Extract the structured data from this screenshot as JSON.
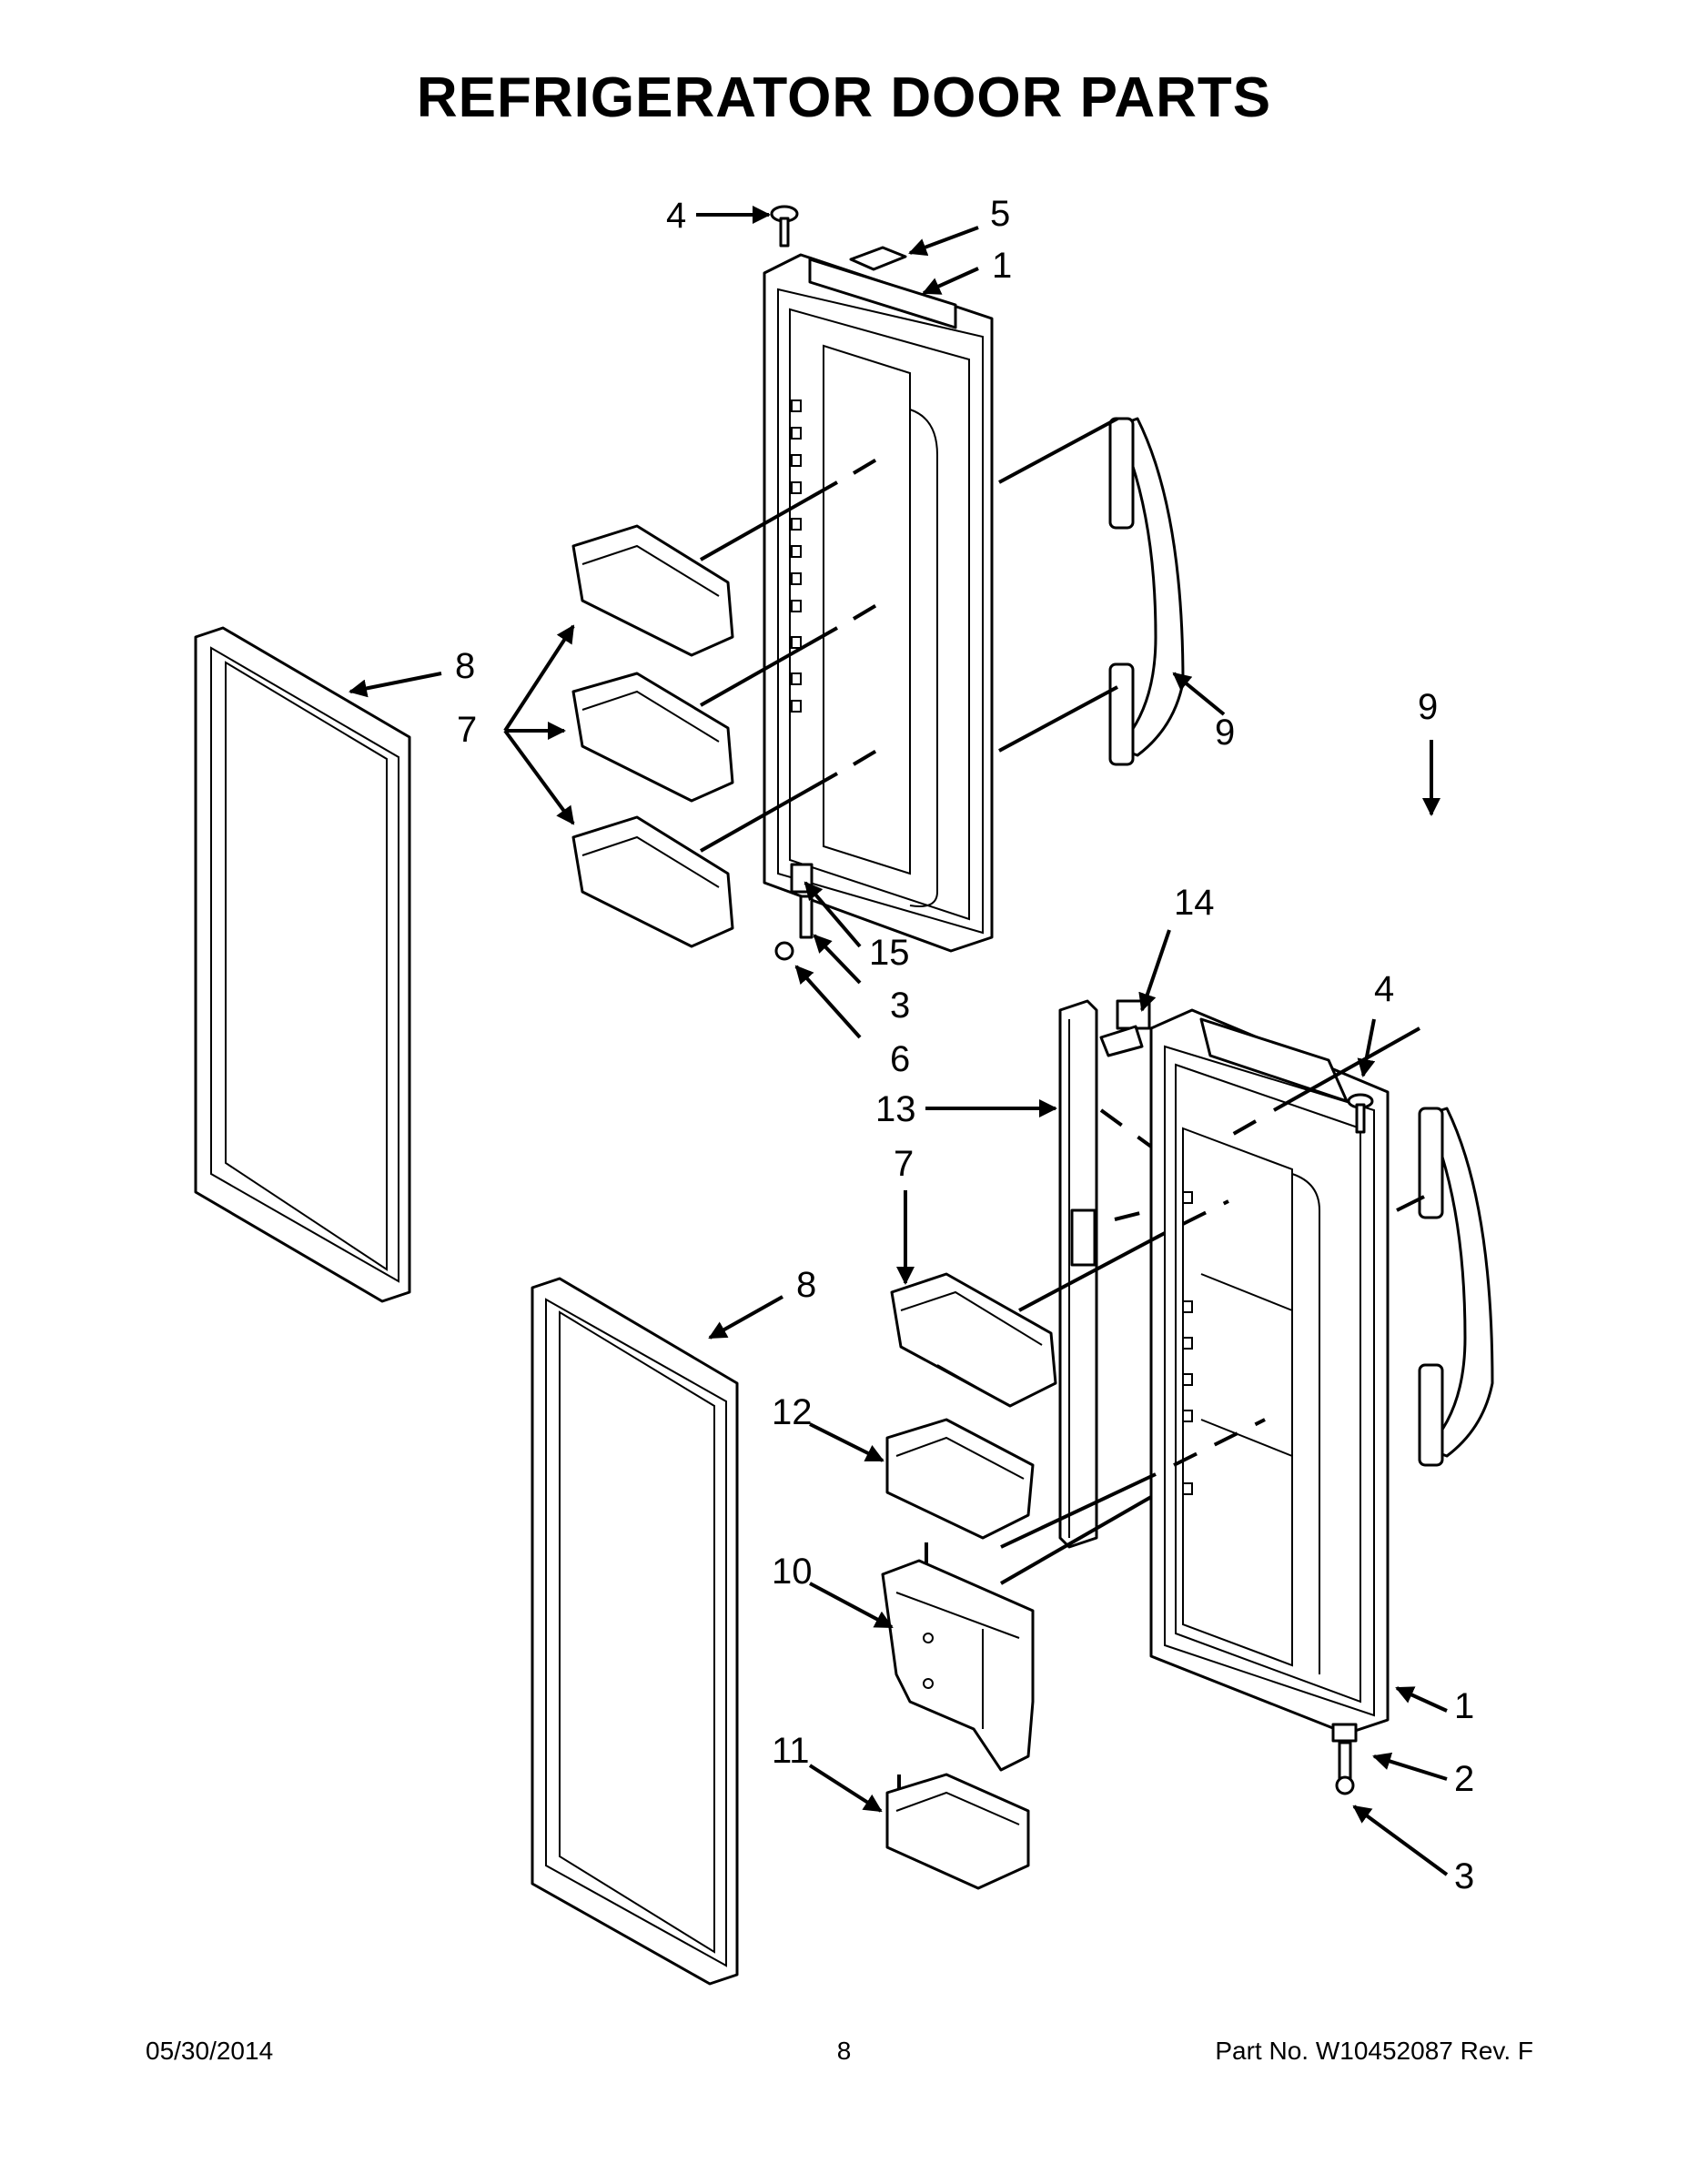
{
  "title": "REFRIGERATOR DOOR PARTS",
  "footer": {
    "date": "05/30/2014",
    "page": "8",
    "part_number": "Part No.  W10452087  Rev.  F"
  },
  "callouts": {
    "c1": "4",
    "c2": "5",
    "c3": "1",
    "c4": "8",
    "c5": "7",
    "c6": "9",
    "c7": "15",
    "c8": "3",
    "c9": "6",
    "c10": "9",
    "c11": "14",
    "c12": "4",
    "c13": "13",
    "c14": "7",
    "c15": "8",
    "c16": "12",
    "c17": "10",
    "c18": "1",
    "c19": "2",
    "c20": "11",
    "c21": "3"
  }
}
